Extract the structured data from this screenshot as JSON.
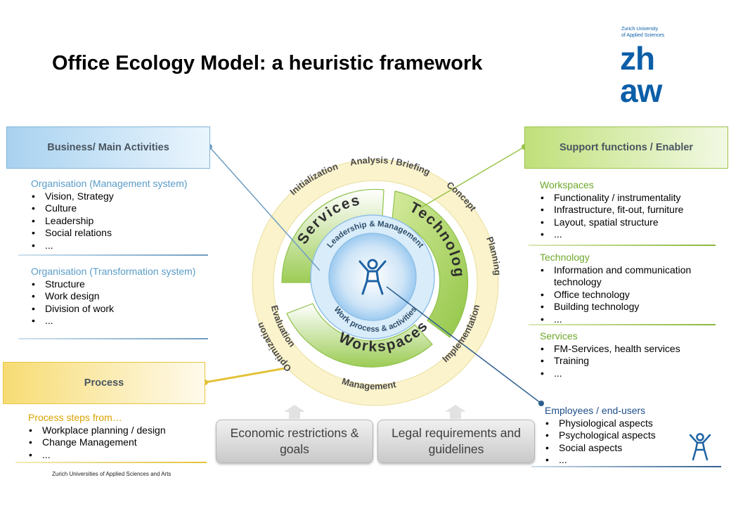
{
  "title": "Office Ecology Model: a heuristic framework",
  "logo": {
    "line1": "Zurich University",
    "line2": "of Applied Sciences",
    "word1": "zh",
    "word2": "aw"
  },
  "business": {
    "header": "Business/  Main Activities",
    "sections": [
      {
        "head": "Organisation (Management system)",
        "items": [
          "Vision, Strategy",
          "Culture",
          "Leadership",
          "Social relations",
          "..."
        ]
      },
      {
        "head": "Organisation (Transformation system)",
        "items": [
          "Structure",
          "Work design",
          "Division of work",
          "..."
        ]
      }
    ]
  },
  "process": {
    "header": "Process",
    "head": "Process steps from…",
    "items": [
      "Workplace planning / design",
      "Change Management",
      "..."
    ]
  },
  "support": {
    "header": "Support functions  / Enabler",
    "sections": [
      {
        "head": "Workspaces",
        "items": [
          "Functionality / instrumentality",
          "Infrastructure, fit-out, furniture",
          "Layout, spatial structure",
          "..."
        ]
      },
      {
        "head": "Technology",
        "items": [
          "Information and communication technology",
          "Office technology",
          "Building technology",
          "..."
        ]
      },
      {
        "head": "Services",
        "items": [
          "FM-Services, health services",
          "Training",
          "..."
        ]
      }
    ]
  },
  "employees": {
    "head": "Employees / end-users",
    "items": [
      "Physiological aspects",
      "Psychological aspects",
      "Social aspects",
      "..."
    ]
  },
  "constraints": {
    "economic": "Economic restrictions & goals",
    "legal": "Legal requirements and guidelines"
  },
  "footer": "Zurich Universities of Applied Sciences and Arts",
  "diagram": {
    "phases": [
      "Initialization",
      "Analysis / Briefing",
      "Concept",
      "Planning",
      "Implementation",
      "Management",
      "Evaluation",
      "Optimization"
    ],
    "segments": [
      "Services",
      "Technology",
      "Workspaces"
    ],
    "inner": [
      "Leadership & Management",
      "Work process & activities"
    ]
  },
  "colors": {
    "blue": "#5a9cc8",
    "green": "#6ea82a",
    "yellow": "#d9a400",
    "navy": "#1f4f8a",
    "logo": "#0b5ea8"
  }
}
